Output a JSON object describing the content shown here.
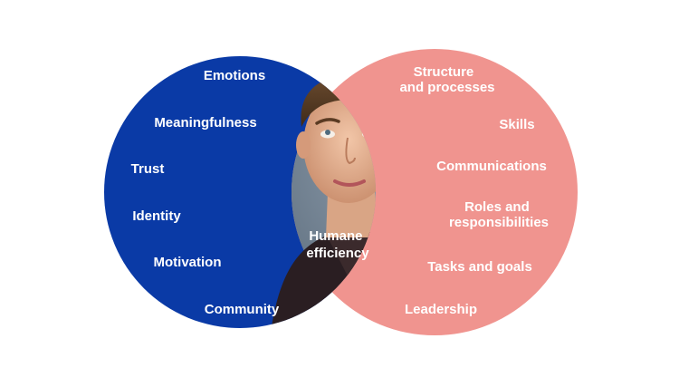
{
  "diagram": {
    "left_circle": {
      "color": "#0a3aa6",
      "items": [
        "Emotions",
        "Meaningfulness",
        "Trust",
        "Identity",
        "Motivation",
        "Community"
      ]
    },
    "right_circle": {
      "color": "#f0948f",
      "items": [
        [
          "Structure",
          "and processes"
        ],
        [
          "Skills"
        ],
        [
          "Communications"
        ],
        [
          "Roles and",
          "responsibilities"
        ],
        [
          "Tasks and goals"
        ],
        [
          "Leadership"
        ]
      ]
    },
    "overlap": {
      "label": [
        "Humane",
        "efficiency"
      ],
      "image": "person-looking-up-photo"
    }
  }
}
